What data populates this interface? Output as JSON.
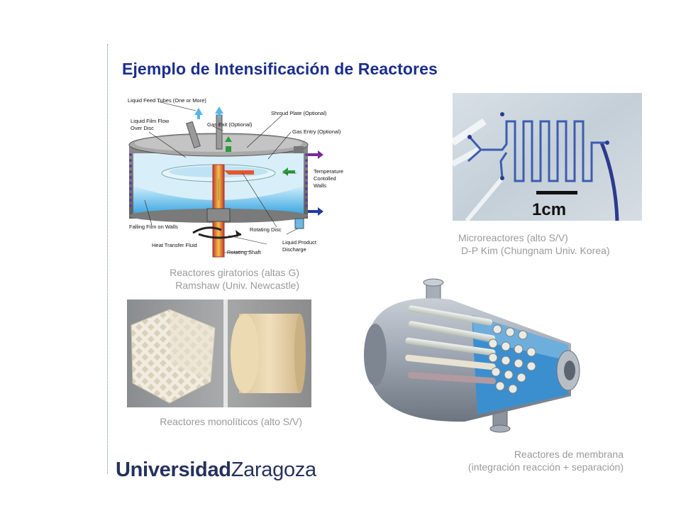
{
  "slide": {
    "title": "Ejemplo de Intensificación de Reactores"
  },
  "figures": {
    "spinning_disc": {
      "labels": {
        "liquid_feed": "Liquid Feed Tubes (One or More)",
        "film_flow_1": "Liquid Film Flow",
        "film_flow_2": "Over Disc",
        "shroud": "Shroud Plate (Optional)",
        "gas_exit": "Gas Exit (Optional)",
        "gas_entry": "Gas Entry (Optional)",
        "temp_1": "Temperature",
        "temp_2": "Contolled",
        "temp_3": "Walls",
        "falling_film": "Falling Film on Walls",
        "rotating_disc": "Rotating Disc",
        "heat_transfer": "Heat Transfer Fluid",
        "rotating_shaft": "Rotating Shaft",
        "product_1": "Liquid Product",
        "product_2": "Discharge"
      },
      "caption_line1": "Reactores giratorios (altas G)",
      "caption_line2": "Ramshaw (Univ. Newcastle)"
    },
    "microreactor": {
      "scale_label": "1cm",
      "caption_line1": "Microreactores (alto S/V)",
      "caption_line2": "D-P Kim (Chungnam Univ. Korea)"
    },
    "monolith": {
      "caption": "Reactores monolíticos (alto S/V)"
    },
    "membrane": {
      "caption_line1": "Reactores de membrana",
      "caption_line2": "(integración reacción + separación)"
    }
  },
  "footer": {
    "logo_bold": "Universidad",
    "logo_regular": "Zaragoza"
  },
  "colors": {
    "title": "#1c2e8c",
    "caption": "#9a9a9a",
    "logo": "#26325d"
  }
}
